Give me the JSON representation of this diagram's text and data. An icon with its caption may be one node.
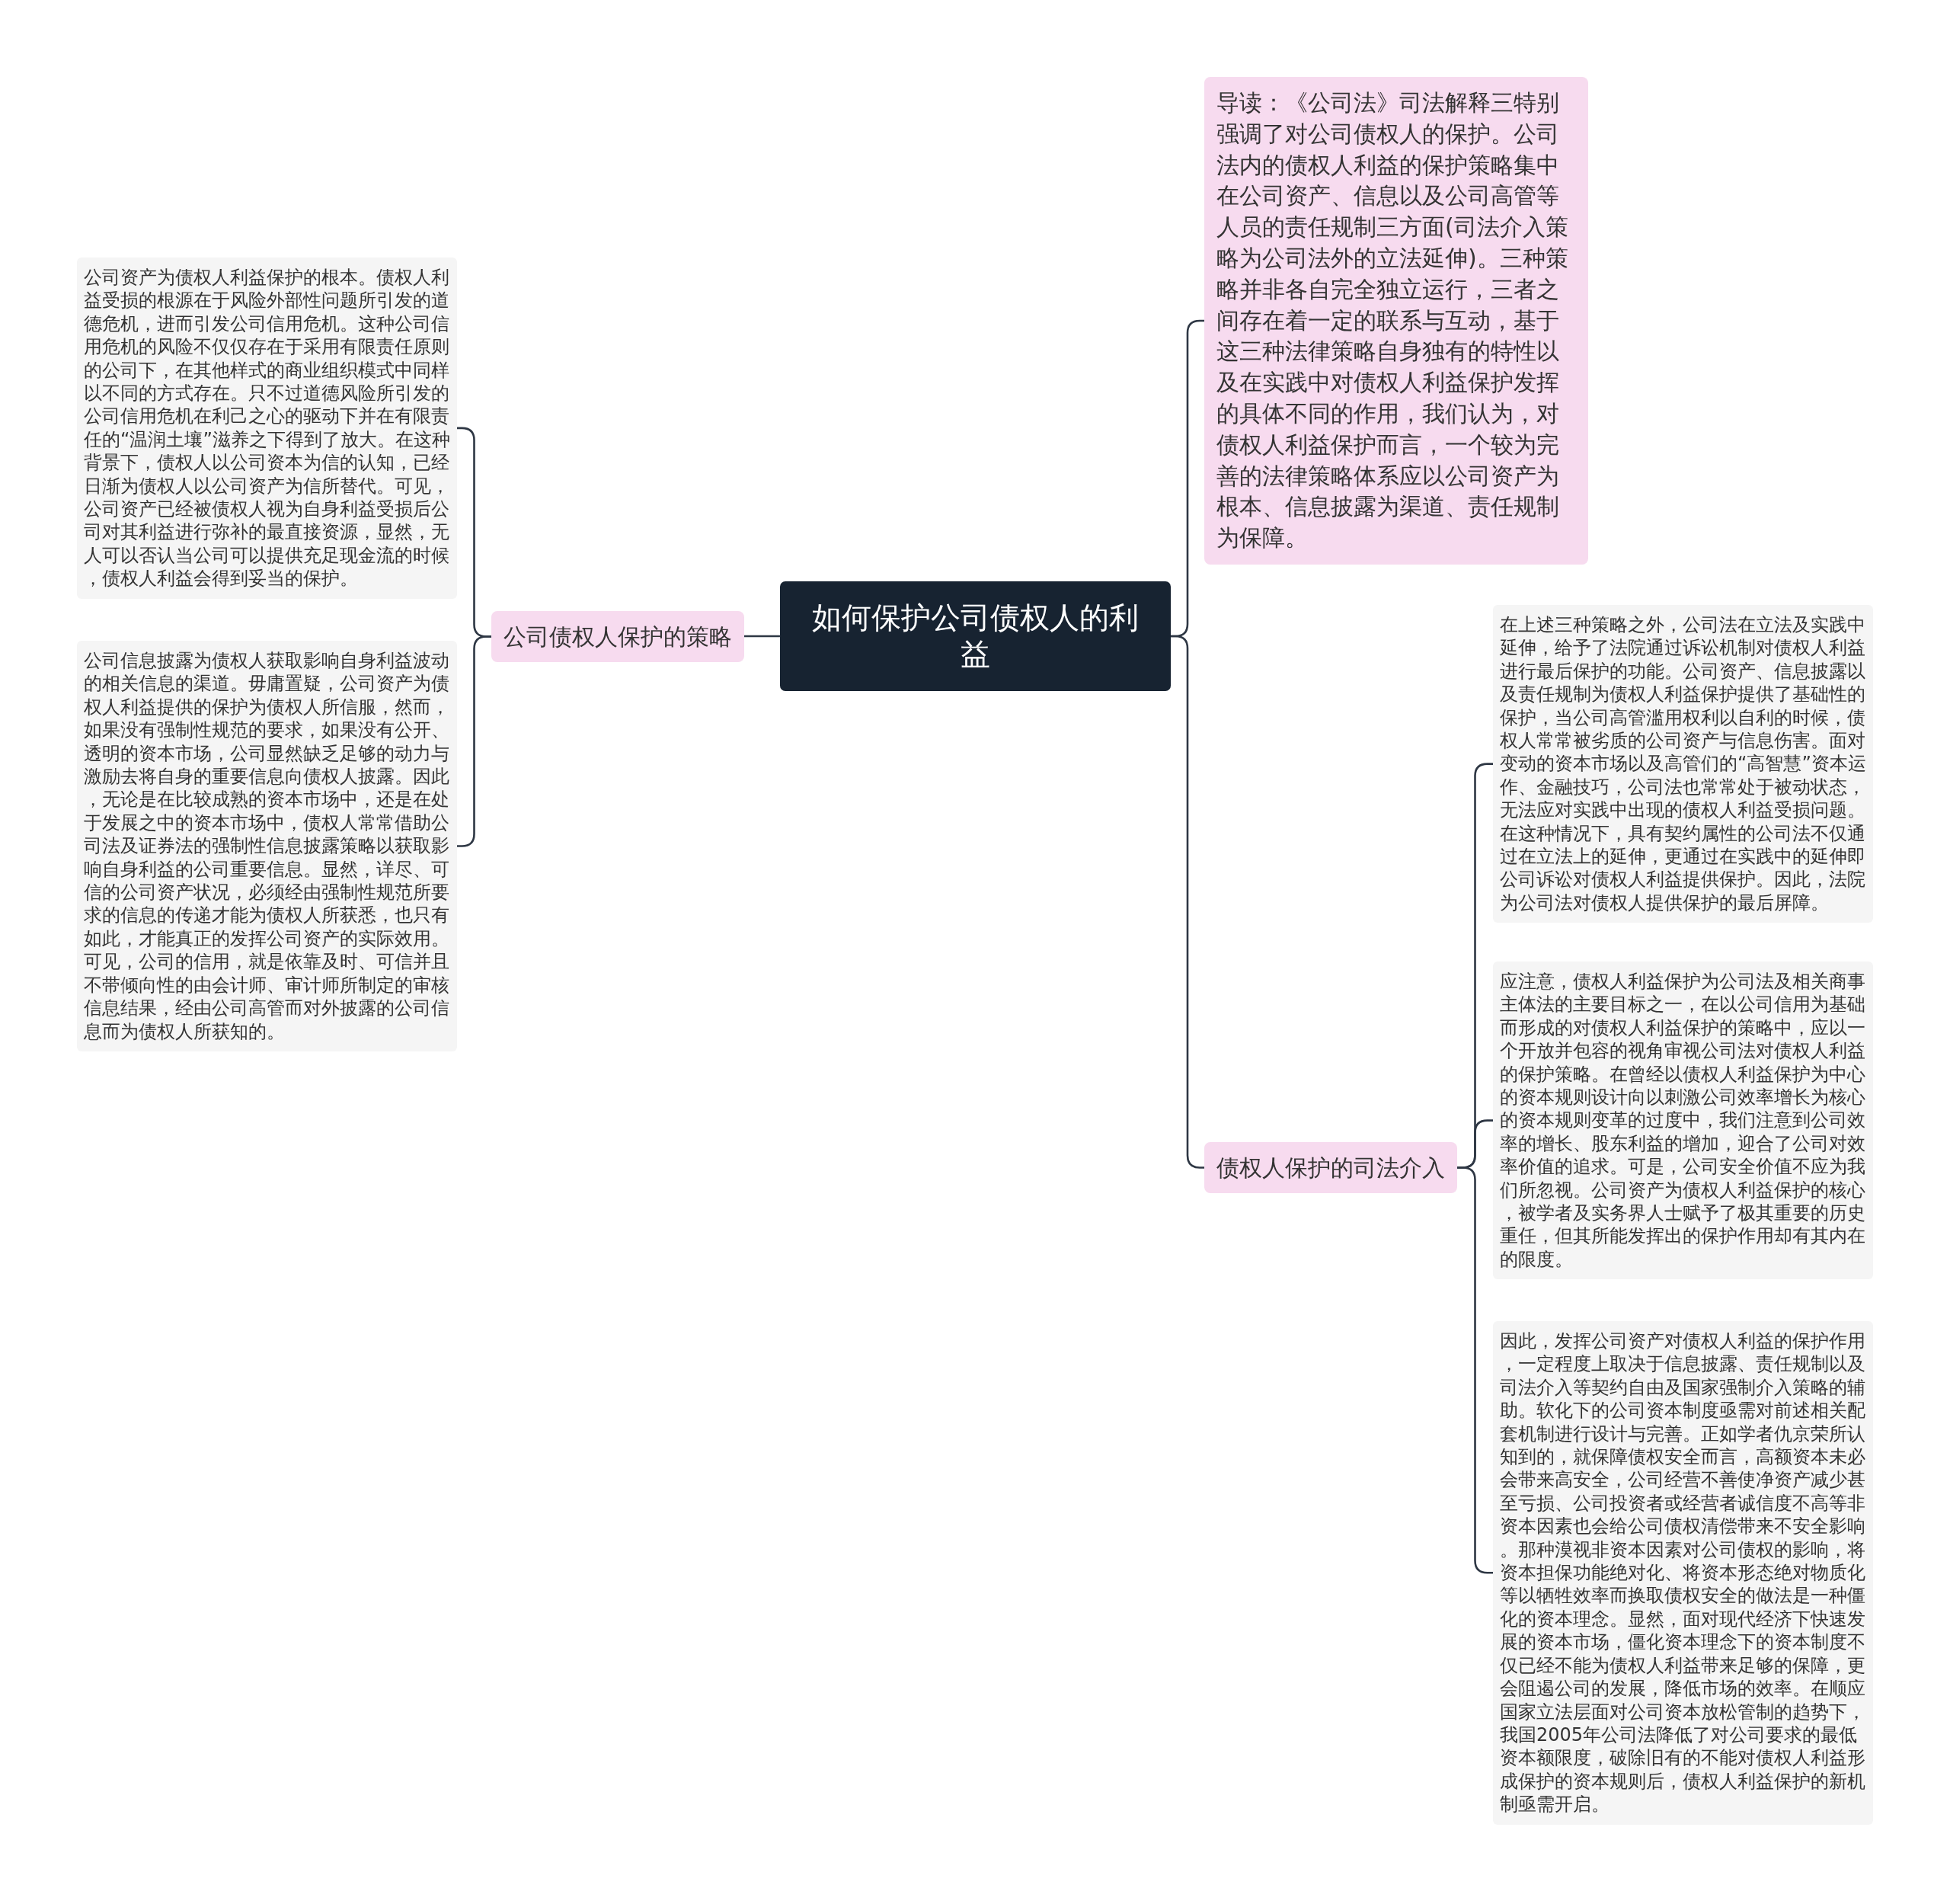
{
  "diagram": {
    "nodes": [
      {
        "text": [
          "如何保护公司债权人的利益"
        ]
      },
      {
        "text": [
          "公司债权人保护的策略"
        ]
      },
      {
        "text": [
          "公司资产为债权人利益保护的根本。债权人利益受损的根源在于风险外部性问题所引发的道德危机，进而引发公司信用危机。这种公司信用危机的风险不仅仅存在于采用有限责任原则的公司下，在其他样式的商业组织模式中同样以不同的方式存在。只不过道德风险所引发的公司信用危机在利己之心的驱动下并在有限责任的“温润土壤”滋养之下得到了放大。在这种背景下，债权人以公司资本为信的认知，已经日渐为债权人以公司资产为信所替代。可见，公司资产已经被债权人视为自身利益受损后公司对其利益进行弥补的最直接资源，显然，无人可以否认当公司可以提供充足现金流的时候，债权人利益会得到妥当的保护。"
        ]
      },
      {
        "text": [
          "公司信息披露为债权人获取影响自身利益波动的相关信息的渠道。毋庸置疑，公司资产为债权人利益提供的保护为债权人所信服，然而，如果没有强制性规范的要求，如果没有公开、透明的资本市场，公司显然缺乏足够的动力与激励去将自身的重要信息向债权人披露。因此，无论是在比较成熟的资本市场中，还是在处于发展之中的资本市场中，债权人常常借助公司法及证券法的强制性信息披露策略以获取影响自身利益的公司重要信息。显然，详尽、可信的公司资产状况，必须经由强制性规范所要求的信息的传递才能为债权人所获悉，也只有如此，才能真正的发挥公司资产的实际效用。可见，公司的信用，就是依靠及时、可信并且不带倾向性的由会计师、审计师所制定的审核信息结果，经由公司高管而对外披露的公司信息而为债权人所获知的。"
        ]
      },
      {
        "text": [
          "导读：《公司法》司法解释三特别强调了对公司债权人的保护。公司法内的债权人利益的保护策略集中在公司资产、信息以及公司高管等人员的责任规制三方面(司法介入策略为公司法外的立法延伸)。三种策略并非各自完全独立运行，三者之间存在着一定的联系与互动，基于这三种法律策略自身独有的特性以及在实践中对债权人利益保护发挥的具体不同的作用，我们认为，对债权人利益保护而言，一个较为完善的法律策略体系应以公司资产为根本、信息披露为渠道、责任规制为保障。"
        ]
      },
      {
        "text": [
          "债权人保护的司法介入"
        ]
      },
      {
        "text": [
          "在上述三种策略之外，公司法在立法及实践中延伸，给予了法院通过诉讼机制对债权人利益进行最后保护的功能。公司资产、信息披露以及责任规制为债权人利益保护提供了基础性的保护，当公司高管滥用权利以自利的时候，债权人常常被劣质的公司资产与信息伤害。面对变动的资本市场以及高管们的“高智慧”资本运作、金融技巧，公司法也常常处于被动状态，无法应对实践中出现的债权人利益受损问题。在这种情况下，具有契约属性的公司法不仅通过在立法上的延伸，更通过在实践中的延伸即公司诉讼对债权人利益提供保护。因此，法院为公司法对债权人提供保护的最后屏障。"
        ]
      },
      {
        "text": [
          "应注意，债权人利益保护为公司法及相关商事主体法的主要目标之一，在以公司信用为基础而形成的对债权人利益保护的策略中，应以一个开放并包容的视角审视公司法对债权人利益的保护策略。在曾经以债权人利益保护为中心的资本规则设计向以刺激公司效率增长为核心的资本规则变革的过度中，我们注意到公司效率的增长、股东利益的增加，迎合了公司对效率价值的追求。可是，公司安全价值不应为我们所忽视。公司资产为债权人利益保护的核心，被学者及实务界人士赋予了极其重要的历史重任，但其所能发挥出的保护作用却有其内在的限度。"
        ]
      },
      {
        "text": [
          "因此，发挥公司资产对债权人利益的保护作用，一定程度上取决于信息披露、责任规制以及司法介入等契约自由及国家强制介入策略的辅助。软化下的公司资本制度亟需对前述相关配套机制进行设计与完善。正如学者仇京荣所认知到的，就保障债权安全而言，高额资本未必会带来高安全，公司经营不善使净资产减少甚至亏损、公司投资者或经营者诚信度不高等非资本因素也会给公司债权清偿带来不安全影响。那种漠视非资本因素对公司债权的影响，将资本担保功能绝对化、将资本形态绝对物质化等以牺牲效率而换取债权安全的做法是一种僵化的资本理念。显然，面对现代经济下快速发展的资本市场，僵化资本理念下的资本制度不仅已经不能为债权人利益带来足够的保障，更会阻遏公司的发展，降低市场的效率。在顺应国家立法层面对公司资本放松管制的趋势下，我国2005年公司法降低了对公司要求的最低资本额限度，破除旧有的不能对债权人利益形成保护的资本规则后，债权人利益保护的新机制亟需开启。"
        ]
      }
    ],
    "edges": [
      {
        "from": 0,
        "to": 1,
        "arrow": "none"
      },
      {
        "from": 1,
        "to": 2,
        "arrow": "none"
      },
      {
        "from": 1,
        "to": 3,
        "arrow": "none"
      },
      {
        "from": 0,
        "to": 4,
        "arrow": "none"
      },
      {
        "from": 0,
        "to": 5,
        "arrow": "none"
      },
      {
        "from": 5,
        "to": 6,
        "arrow": "none"
      },
      {
        "from": 5,
        "to": 7,
        "arrow": "none"
      },
      {
        "from": 5,
        "to": 8,
        "arrow": "none"
      }
    ]
  }
}
